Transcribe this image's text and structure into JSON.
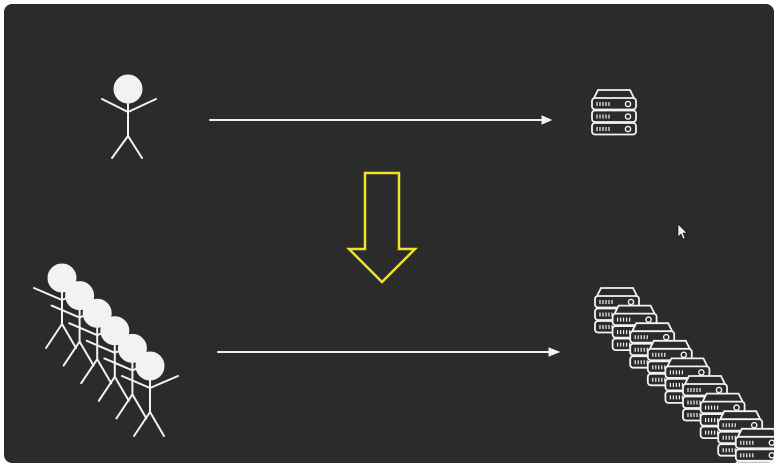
{
  "scene": {
    "before": {
      "client": "single-person-icon",
      "connection": "right-arrow",
      "backend": "single-server-icon",
      "client_count": 1,
      "server_count": 1
    },
    "transition": "down-arrow",
    "after": {
      "client": "crowd-of-people-icon",
      "connection": "right-arrow",
      "backend": "server-fleet-icon",
      "client_count": 6,
      "server_count": 9
    },
    "cursor": "mouse-pointer-icon"
  },
  "colors": {
    "background": "#2b2b2b",
    "stroke": "#f2f2f2",
    "server_fill": "#2b2b2b",
    "transition_arrow": "#f0e22a"
  }
}
